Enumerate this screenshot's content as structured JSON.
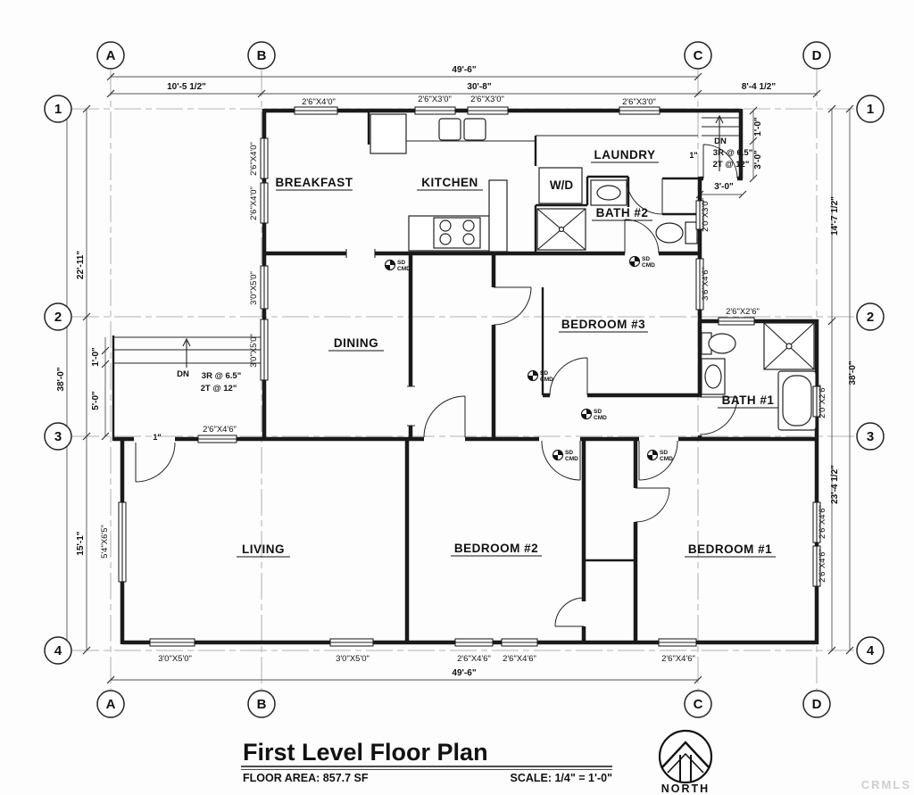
{
  "grid": {
    "col_a": "A",
    "col_b": "B",
    "col_c": "C",
    "col_d": "D",
    "row_1": "1",
    "row_2": "2",
    "row_3": "3",
    "row_4": "4"
  },
  "dimensions": {
    "overall_top": "49'-6\"",
    "seg_ab": "10'-5 1/2\"",
    "seg_bc": "30'-8\"",
    "seg_cd": "8'-4 1/2\"",
    "left_12": "22'-11\"",
    "left_overall": "38'-0\"",
    "left_34": "15'-1\"",
    "stair_left_run": "1'-0\"",
    "stair_left_landing": "5'-0\"",
    "right_12": "14'-7 1/2\"",
    "right_overall": "38'-0\"",
    "right_34": "23'-4 1/2\"",
    "stair_right_width": "1'-0\"",
    "stair_right_depth": "3'-0\"",
    "stair_right_run": "3'-0\"",
    "wall_thickness_a": "1\"",
    "wall_thickness_b": "1\"",
    "overall_bottom": "49'-6\""
  },
  "rooms": {
    "breakfast": "BREAKFAST",
    "kitchen": "KITCHEN",
    "laundry": "LAUNDRY",
    "bath2": "BATH #2",
    "dining": "DINING",
    "bedroom3": "BEDROOM #3",
    "bath1": "BATH #1",
    "living": "LIVING",
    "bedroom2": "BEDROOM #2",
    "bedroom1": "BEDROOM #1",
    "washer_dryer": "W/D"
  },
  "stairs": {
    "down": "DN",
    "risers": "3R @ 6.5\"",
    "treads": "2T @ 12\""
  },
  "windows": {
    "w2640": "2'6\"X4'0\"",
    "w2630": "2'6\"X3'0\"",
    "w3050": "3'0\"X5'0\"",
    "w2030": "2'0\"X3'0\"",
    "w3646": "3'6\"X4'6\"",
    "w2626": "2'6\"X2'6\"",
    "w2026": "2'0\"X2'6\"",
    "w2646": "2'6\"X4'6\"",
    "w5465": "5'4\"X6'5\""
  },
  "detectors": {
    "sd": "SD",
    "cmd": "CMD"
  },
  "title_block": {
    "title": "First Level Floor Plan",
    "floor_area": "FLOOR AREA: 857.7 SF",
    "scale": "SCALE: 1/4\" = 1'-0\"",
    "north": "NORTH",
    "watermark": "CRMLS"
  }
}
